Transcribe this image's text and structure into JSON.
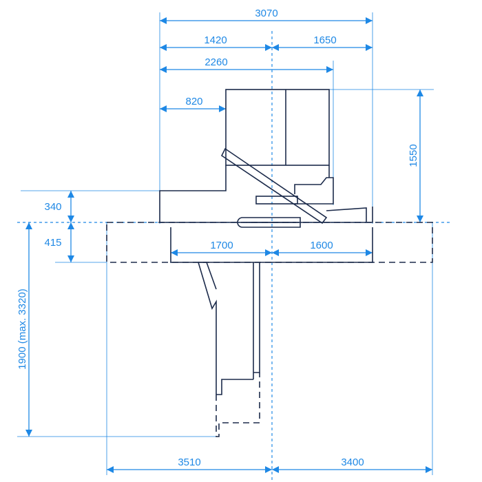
{
  "colors": {
    "dimension": "#1e88e5",
    "outline": "#1b2a4a",
    "background": "#ffffff"
  },
  "dimensions": {
    "overall_width": "3070",
    "left_of_center": "1420",
    "right_of_center": "1650",
    "to_chute": "2260",
    "to_cabinet": "820",
    "height_above": "1550",
    "base_height": "340",
    "pit_depth": "415",
    "pit_left": "1700",
    "pit_right": "1600",
    "column_height": "1900 (max. 3320)",
    "foundation_left": "3510",
    "foundation_right": "3400"
  }
}
